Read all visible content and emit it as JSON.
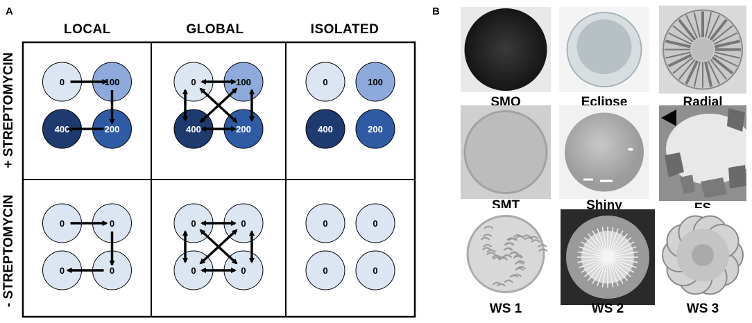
{
  "panel_a": {
    "letter": "A",
    "columns": [
      "LOCAL",
      "GLOBAL",
      "ISOLATED"
    ],
    "rows": [
      "+ STREPTOMYCIN",
      "- STREPTOMYCIN"
    ],
    "node_values_plus": [
      "0",
      "100",
      "400",
      "200"
    ],
    "node_values_minus": [
      "0",
      "0",
      "0",
      "0"
    ],
    "node_colors": {
      "0": "#dce6f3",
      "100": "#8eaadc",
      "200": "#2e5ba4",
      "400": "#1e3a6e",
      "neutral": "#dce6f3"
    }
  },
  "panel_b": {
    "letter": "B",
    "colonies": [
      {
        "label": "SMO",
        "pattern": "dark-disc"
      },
      {
        "label": "Eclipse",
        "pattern": "ring"
      },
      {
        "label": "Radial",
        "pattern": "radial"
      },
      {
        "label": "SMT",
        "pattern": "smooth-grey"
      },
      {
        "label": "Shiny",
        "pattern": "shiny"
      },
      {
        "label": "FS",
        "pattern": "fuzzy-spreader"
      },
      {
        "label": "WS 1",
        "pattern": "wrinkled-1"
      },
      {
        "label": "WS 2",
        "pattern": "wrinkled-2"
      },
      {
        "label": "WS 3",
        "pattern": "wrinkled-3"
      }
    ]
  }
}
